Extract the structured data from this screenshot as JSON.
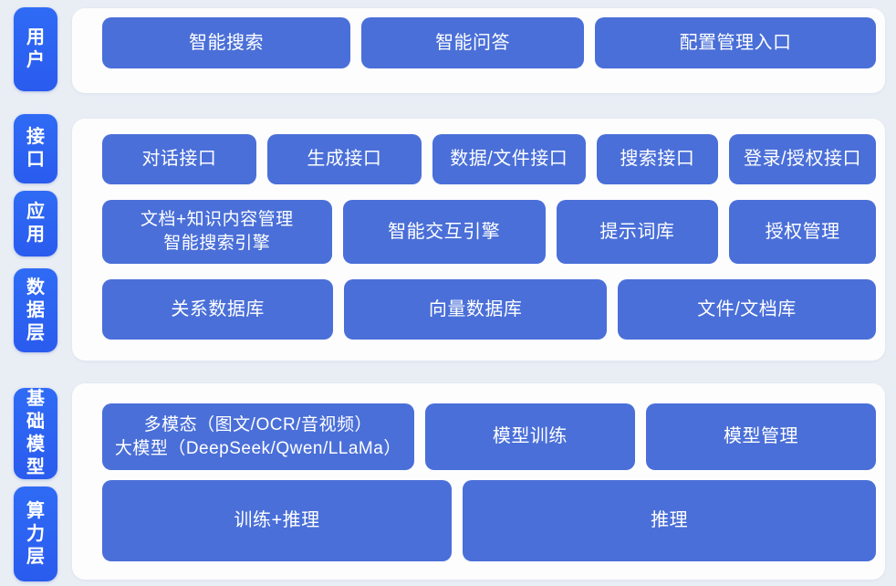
{
  "colors": {
    "background": "#e9edf4",
    "panel": "#fdfdfe",
    "layer_label_blue": "#2c63f1",
    "box_blue": "#4a6fd8",
    "text": "#ffffff"
  },
  "sections": [
    {
      "id": "user",
      "labels": [
        {
          "text": "用\n户"
        }
      ],
      "rows": [
        {
          "boxes": [
            {
              "text": "智能搜索"
            },
            {
              "text": "智能问答"
            },
            {
              "text": "配置管理入口"
            }
          ]
        }
      ]
    },
    {
      "id": "middle",
      "labels": [
        {
          "text": "接\n口"
        },
        {
          "text": "应\n用"
        },
        {
          "text": "数\n据\n层"
        }
      ],
      "rows": [
        {
          "boxes": [
            {
              "text": "对话接口"
            },
            {
              "text": "生成接口"
            },
            {
              "text": "数据/文件接口"
            },
            {
              "text": "搜索接口"
            },
            {
              "text": "登录/授权接口"
            }
          ]
        },
        {
          "boxes": [
            {
              "text": "文档+知识内容管理\n智能搜索引擎"
            },
            {
              "text": "智能交互引擎"
            },
            {
              "text": "提示词库"
            },
            {
              "text": "授权管理"
            }
          ]
        },
        {
          "boxes": [
            {
              "text": "关系数据库"
            },
            {
              "text": "向量数据库"
            },
            {
              "text": "文件/文档库"
            }
          ]
        }
      ]
    },
    {
      "id": "bottom",
      "labels": [
        {
          "text": "基\n础\n模\n型"
        },
        {
          "text": "算\n力\n层"
        }
      ],
      "rows": [
        {
          "boxes": [
            {
              "text": "多模态（图文/OCR/音视频）\n大模型（DeepSeek/Qwen/LLaMa）"
            },
            {
              "text": "模型训练"
            },
            {
              "text": "模型管理"
            }
          ]
        },
        {
          "boxes": [
            {
              "text": "训练+推理"
            },
            {
              "text": "推理"
            }
          ]
        }
      ]
    }
  ]
}
